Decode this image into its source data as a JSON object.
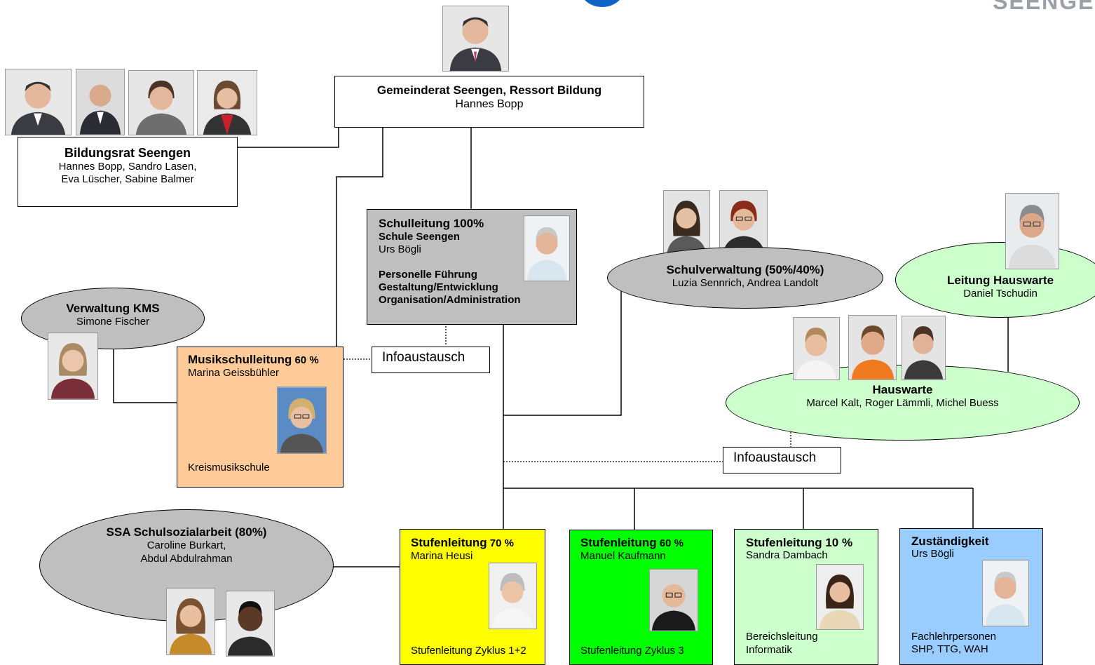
{
  "header": {
    "logo_text": "SEENGE"
  },
  "gemeinderat": {
    "title": "Gemeinderat Seengen, Ressort Bildung",
    "name": "Hannes Bopp"
  },
  "bildungsrat": {
    "title": "Bildungsrat Seengen",
    "names_line1": "Hannes Bopp, Sandro Lasen,",
    "names_line2": "Eva Lüscher, Sabine Balmer"
  },
  "schulleitung": {
    "title": "Schulleitung 100%",
    "subtitle": "Schule Seengen",
    "name": "Urs Bögli",
    "duty1": "Personelle Führung",
    "duty2": "Gestaltung/Entwicklung",
    "duty3": "Organisation/Administration"
  },
  "schulverwaltung": {
    "title": "Schulverwaltung (50%/40%)",
    "names": "Luzia Sennrich, Andrea Landolt"
  },
  "leitung_hauswarte": {
    "title": "Leitung Hauswarte",
    "name": "Daniel Tschudin"
  },
  "hauswarte": {
    "title": "Hauswarte",
    "names": "Marcel Kalt, Roger Lämmli, Michel Buess"
  },
  "verwaltung_kms": {
    "title": "Verwaltung KMS",
    "name": "Simone Fischer"
  },
  "musikschulleitung": {
    "title": "Musikschulleitung",
    "percent": "60 %",
    "name": "Marina Geissbühler",
    "footer": "Kreismusikschule"
  },
  "infoaustausch": {
    "label1": "Infoaustausch",
    "label2": "Infoaustausch"
  },
  "ssa": {
    "title": "SSA Schulsozialarbeit (80%)",
    "names_line1": "Caroline Burkart,",
    "names_line2": "Abdul Abdulrahman"
  },
  "stufe1": {
    "title": "Stufenleitung",
    "percent": "70 %",
    "name": "Marina Heusi",
    "footer": "Stufenleitung Zyklus 1+2"
  },
  "stufe2": {
    "title": "Stufenleitung",
    "percent": "60 %",
    "name": "Manuel Kaufmann",
    "footer": "Stufenleitung Zyklus 3"
  },
  "stufe3": {
    "title": "Stufenleitung 10 %",
    "name": "Sandra Dambach",
    "footer1": "Bereichsleitung",
    "footer2": "Informatik"
  },
  "zustaendigkeit": {
    "title": "Zuständigkeit",
    "name": "Urs Bögli",
    "footer1": "Fachlehrpersonen",
    "footer2": "SHP, TTG, WAH"
  },
  "colors": {
    "grey": "#bfbfbf",
    "orange": "#ffcc99",
    "yellow": "#ffff00",
    "green": "#00ff00",
    "lightgreen": "#ccffcc",
    "blue": "#99ccff",
    "ellipse_green": "#ccffcc",
    "logo_blue": "#0d63c8"
  },
  "photos": [
    "portrait-man-suit",
    "portrait-man-bald",
    "portrait-woman-short-hair",
    "portrait-woman-red",
    "portrait-man-grey-hair",
    "portrait-woman-dark-hair",
    "portrait-woman-glasses",
    "portrait-man-glasses",
    "portrait-man-blond",
    "portrait-man-orange-shirt",
    "portrait-man-dark-shirt",
    "portrait-woman-blonde",
    "portrait-woman-blonde-glasses",
    "portrait-woman-grey-hair",
    "portrait-man-bald-glasses",
    "portrait-woman-brown-hair",
    "portrait-woman-long-hair",
    "portrait-man-dark"
  ]
}
